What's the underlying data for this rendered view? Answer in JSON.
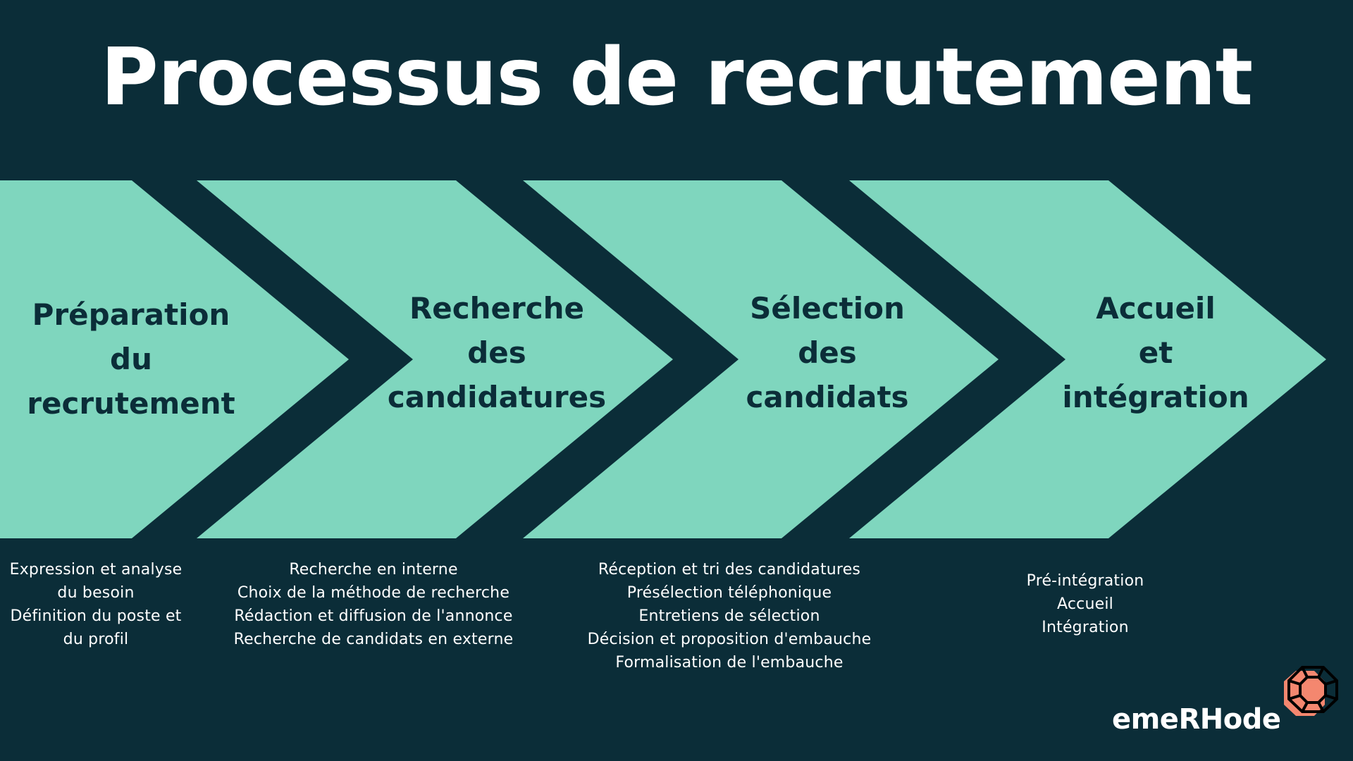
{
  "title": "Processus de recrutement",
  "colors": {
    "background": "#0B2D38",
    "chevron": "#7FD6BE",
    "heading_text": "#0B2D38",
    "detail_text": "#FFFFFF",
    "logo_gem": "#F4876F"
  },
  "steps": [
    {
      "heading": [
        "Préparation",
        "du",
        "recrutement"
      ],
      "details": [
        "Expression et analyse",
        "du besoin",
        "Définition du poste et",
        "du profil"
      ]
    },
    {
      "heading": [
        "Recherche",
        "des",
        "candidatures"
      ],
      "details": [
        "Recherche en interne",
        "Choix de la méthode de recherche",
        "Rédaction et diffusion de l'annonce",
        "Recherche de candidats en externe"
      ]
    },
    {
      "heading": [
        "Sélection",
        "des",
        "candidats"
      ],
      "details": [
        "Réception et tri des candidatures",
        "Présélection téléphonique",
        "Entretiens de sélection",
        "Décision et proposition d'embauche",
        "Formalisation de l'embauche"
      ]
    },
    {
      "heading": [
        "Accueil",
        "et",
        "intégration"
      ],
      "details": [
        "Pré-intégration",
        "Accueil",
        "Intégration"
      ]
    }
  ],
  "logo": {
    "text": "emeRHode",
    "icon": "gem-icon"
  }
}
